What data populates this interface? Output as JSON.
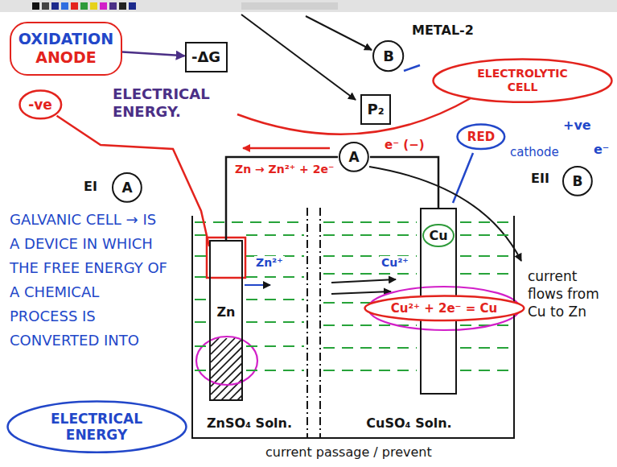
{
  "diagram": {
    "nodes": [
      {
        "text": [
          "OXIDATION",
          "ANODE"
        ]
      },
      {
        "text": [
          "-ve"
        ]
      },
      {
        "text": [
          "-ΔG"
        ]
      },
      {
        "text": [
          "B"
        ]
      },
      {
        "text": [
          "P₂"
        ]
      },
      {
        "text": [
          "ELECTROLYTIC CELL"
        ]
      },
      {
        "text": [
          "RED"
        ]
      },
      {
        "text": [
          "A"
        ]
      },
      {
        "text": [
          "A"
        ]
      },
      {
        "text": [
          "B"
        ]
      },
      {
        "text": [
          "ZnSO₄ Soln.",
          "CuSO₄ Soln."
        ]
      },
      {
        "text": [
          "Zn"
        ],
        "in": 10
      },
      {
        "text": [
          "Cu"
        ],
        "in": 10
      },
      {
        "text": [
          "Cu²⁺ + 2e⁻ = Cu"
        ],
        "in": 10
      },
      {
        "text": [
          "ELECTRICAL ENERGY"
        ]
      }
    ],
    "edges": [
      {
        "from": 1,
        "to": 11,
        "arrow": "none"
      },
      {
        "from": 0,
        "to": 2,
        "arrow": "to"
      },
      {
        "from": 11,
        "to": 8,
        "arrow": "none"
      },
      {
        "from": 8,
        "to": 12,
        "arrow": "none"
      }
    ],
    "labels": [
      "METAL-2",
      "ELECTRICAL ENERGY.",
      "EI",
      "Zn → Zn²⁺ + 2e⁻",
      "e⁻ (−)",
      "cathode",
      "+ve",
      "e⁻",
      "EII",
      "GALVANIC CELL → IS A DEVICE IN WHICH THE FREE ENERGY OF A CHEMICAL PROCESS IS CONVERTED INTO",
      "Zn²⁺",
      "Cu²⁺",
      "current flows from Cu to Zn",
      "current passage / prevent"
    ]
  }
}
